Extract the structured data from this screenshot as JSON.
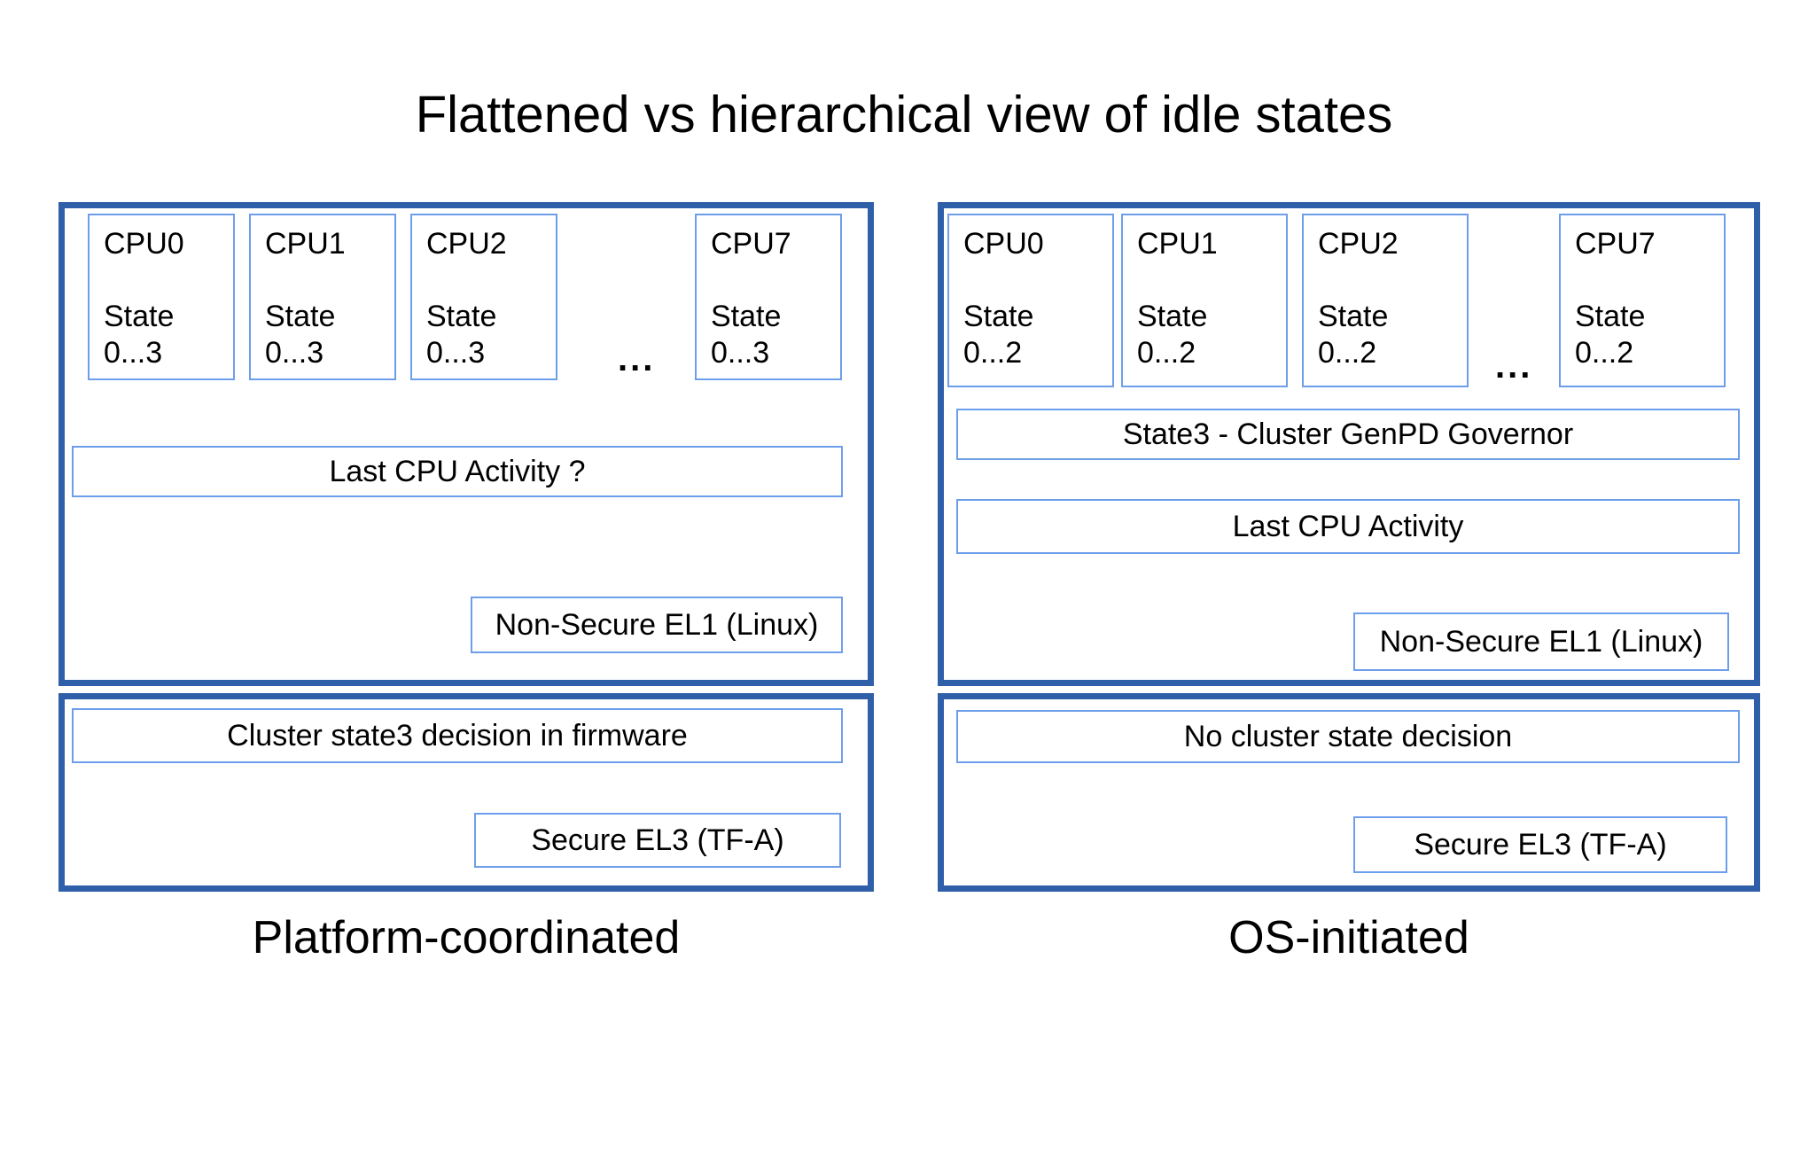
{
  "title": "Flattened vs hierarchical view of idle states",
  "colors": {
    "outer_border": "#2E5FA8",
    "inner_border": "#6D9EEB",
    "background": "#FFFFFF",
    "text": "#000000"
  },
  "panels": [
    {
      "caption": "Platform-coordinated",
      "ellipsis": "...",
      "cpus": [
        {
          "name": "CPU0",
          "state_label": "State",
          "state_range": "0...3"
        },
        {
          "name": "CPU1",
          "state_label": "State",
          "state_range": "0...3"
        },
        {
          "name": "CPU2",
          "state_label": "State",
          "state_range": "0...3"
        },
        {
          "name": "CPU7",
          "state_label": "State",
          "state_range": "0...3"
        }
      ],
      "activity_box": "Last CPU Activity ?",
      "el1_box": "Non-Secure EL1 (Linux)",
      "firmware_decision_box": "Cluster state3 decision in firmware",
      "el3_box": "Secure EL3 (TF-A)"
    },
    {
      "caption": "OS-initiated",
      "ellipsis": "...",
      "cpus": [
        {
          "name": "CPU0",
          "state_label": "State",
          "state_range": "0...2"
        },
        {
          "name": "CPU1",
          "state_label": "State",
          "state_range": "0...2"
        },
        {
          "name": "CPU2",
          "state_label": "State",
          "state_range": "0...2"
        },
        {
          "name": "CPU7",
          "state_label": "State",
          "state_range": "0...2"
        }
      ],
      "governor_box": "State3 - Cluster GenPD Governor",
      "activity_box": "Last CPU Activity",
      "el1_box": "Non-Secure EL1 (Linux)",
      "firmware_decision_box": "No cluster state decision",
      "el3_box": "Secure EL3 (TF-A)"
    }
  ]
}
